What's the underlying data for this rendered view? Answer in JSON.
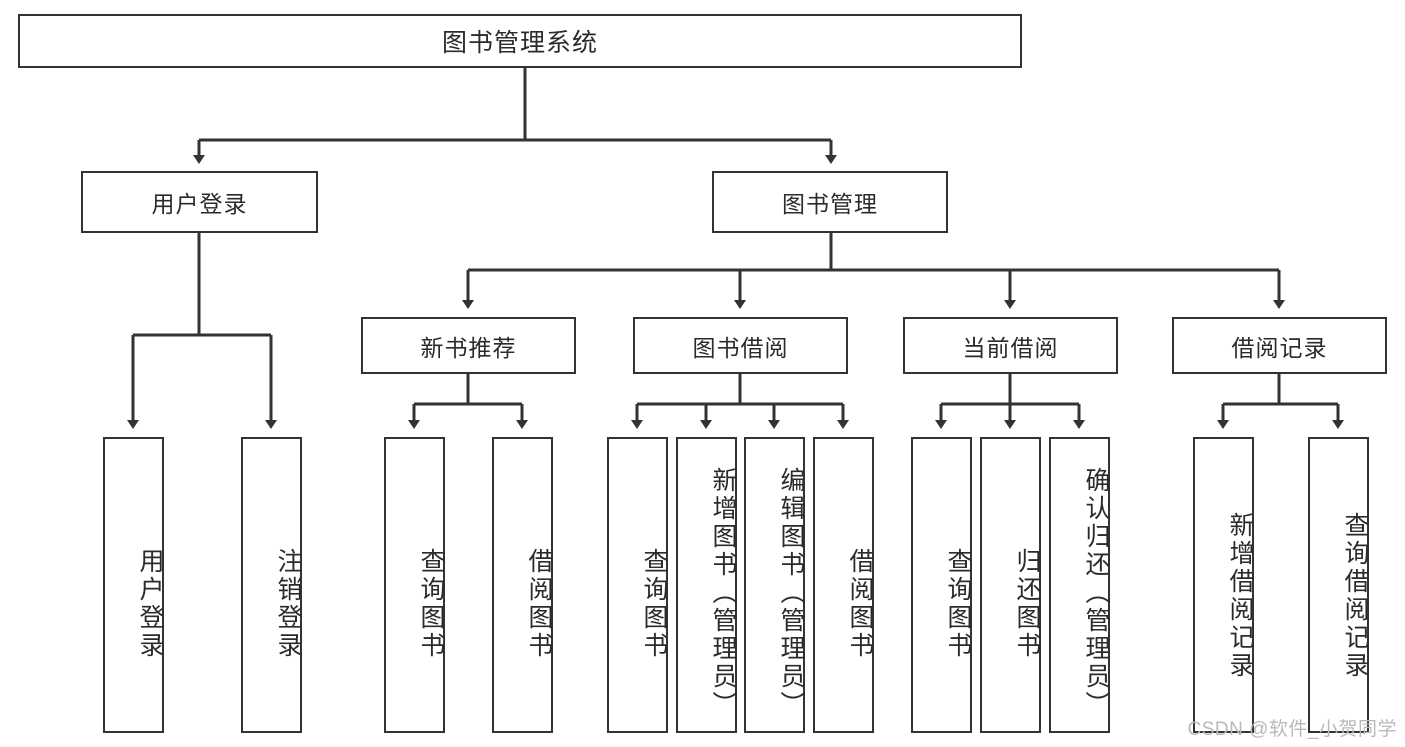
{
  "diagram": {
    "type": "hierarchy-tree",
    "title": "图书管理系统",
    "root": {
      "label": "图书管理系统"
    },
    "level1": [
      {
        "id": "user-login",
        "label": "用户登录"
      },
      {
        "id": "book-manage",
        "label": "图书管理"
      }
    ],
    "level2": [
      {
        "id": "new-book-recommend",
        "label": "新书推荐",
        "parent": "book-manage"
      },
      {
        "id": "book-borrow",
        "label": "图书借阅",
        "parent": "book-manage"
      },
      {
        "id": "current-borrow",
        "label": "当前借阅",
        "parent": "book-manage"
      },
      {
        "id": "borrow-record",
        "label": "借阅记录",
        "parent": "book-manage"
      }
    ],
    "leaves": [
      {
        "id": "leaf-user-login",
        "label": "用户登录",
        "parent": "user-login"
      },
      {
        "id": "leaf-user-logout",
        "label": "注销登录",
        "parent": "user-login"
      },
      {
        "id": "leaf-query-book-1",
        "label": "查询图书",
        "parent": "new-book-recommend"
      },
      {
        "id": "leaf-borrow-book-1",
        "label": "借阅图书",
        "parent": "new-book-recommend"
      },
      {
        "id": "leaf-query-book-2",
        "label": "查询图书",
        "parent": "book-borrow"
      },
      {
        "id": "leaf-add-book",
        "label": "新增图书（管理员）",
        "parent": "book-borrow"
      },
      {
        "id": "leaf-edit-book",
        "label": "编辑图书（管理员）",
        "parent": "book-borrow"
      },
      {
        "id": "leaf-borrow-book-2",
        "label": "借阅图书",
        "parent": "book-borrow"
      },
      {
        "id": "leaf-query-book-3",
        "label": "查询图书",
        "parent": "current-borrow"
      },
      {
        "id": "leaf-return-book",
        "label": "归还图书",
        "parent": "current-borrow"
      },
      {
        "id": "leaf-confirm-return",
        "label": "确认归还（管理员）",
        "parent": "current-borrow"
      },
      {
        "id": "leaf-add-record",
        "label": "新增借阅记录",
        "parent": "borrow-record"
      },
      {
        "id": "leaf-query-record",
        "label": "查询借阅记录",
        "parent": "borrow-record"
      }
    ],
    "colors": {
      "box_border": "#333333",
      "box_fill": "#ffffff",
      "connector": "#333333",
      "text": "#2b2b2b",
      "background": "#ffffff",
      "watermark": "#b9b9b9"
    }
  },
  "watermark": {
    "text": "CSDN @软件_小贺同学"
  }
}
